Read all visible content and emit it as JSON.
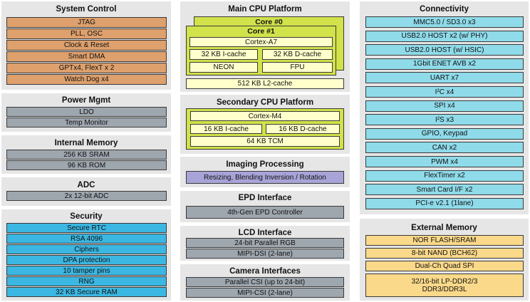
{
  "system_control": {
    "title": "System Control",
    "items": [
      "JTAG",
      "PLL, OSC",
      "Clock & Reset",
      "Smart DMA",
      "GPTx4, FlexT x 2",
      "Watch Dog x4"
    ]
  },
  "power_mgmt": {
    "title": "Power Mgmt",
    "items": [
      "LDO",
      "Temp Monitor"
    ]
  },
  "internal_memory": {
    "title": "Internal Memory",
    "items": [
      "256 KB SRAM",
      "96 KB ROM"
    ]
  },
  "adc": {
    "title": "ADC",
    "items": [
      "2x 12-bit ADC"
    ]
  },
  "security": {
    "title": "Security",
    "items": [
      "Secure RTC",
      "RSA 4096",
      "Ciphers",
      "DPA protection",
      "10 tamper pins",
      "RNG",
      "32 KB Secure RAM"
    ]
  },
  "main_cpu": {
    "title": "Main CPU Platform",
    "core0": "Core #0",
    "core1": "Core #1",
    "cortex": "Cortex-A7",
    "icache": "32 KB I-cache",
    "dcache": "32 KB D-cache",
    "neon": "NEON",
    "fpu": "FPU",
    "l2": "512 KB L2-cache"
  },
  "secondary_cpu": {
    "title": "Secondary CPU Platform",
    "cortex": "Cortex-M4",
    "icache": "16 KB I-cache",
    "dcache": "16 KB D-cache",
    "tcm": "64 KB TCM"
  },
  "imaging": {
    "title": "Imaging Processing",
    "items": [
      "Resizing, Blending Inversion / Rotation"
    ]
  },
  "epd": {
    "title": "EPD Interface",
    "items": [
      "4th-Gen EPD Controller"
    ]
  },
  "lcd": {
    "title": "LCD Interface",
    "items": [
      "24-bit Parallel RGB",
      "MIPI-DSI (2-lane)"
    ]
  },
  "camera": {
    "title": "Camera Interfaces",
    "items": [
      "Parallel CSI (up to 24-bit)",
      "MIPI-CSI (2-lane)"
    ]
  },
  "connectivity": {
    "title": "Connectivity",
    "items": [
      "MMC5.0 / SD3.0 x3",
      "USB2.0 HOST x2 (w/ PHY)",
      "USB2.0 HOST (w/ HSIC)",
      "1Gbit ENET AVB x2",
      "UART x7",
      "I²C x4",
      "SPI x4",
      "I²S x3",
      "GPIO, Keypad",
      "CAN x2",
      "PWM x4",
      "FlexTimer x2",
      "Smart Card I/F x2",
      "PCI-e v2.1 (1lane)"
    ]
  },
  "external_memory": {
    "title": "External Memory",
    "items": [
      "NOR FLASH/SRAM",
      "8-bit NAND (BCH62)",
      "Dual-Ch Quad SPI",
      "32/16-bit LP-DDR2/3",
      "DDR3/DDR3L"
    ]
  }
}
